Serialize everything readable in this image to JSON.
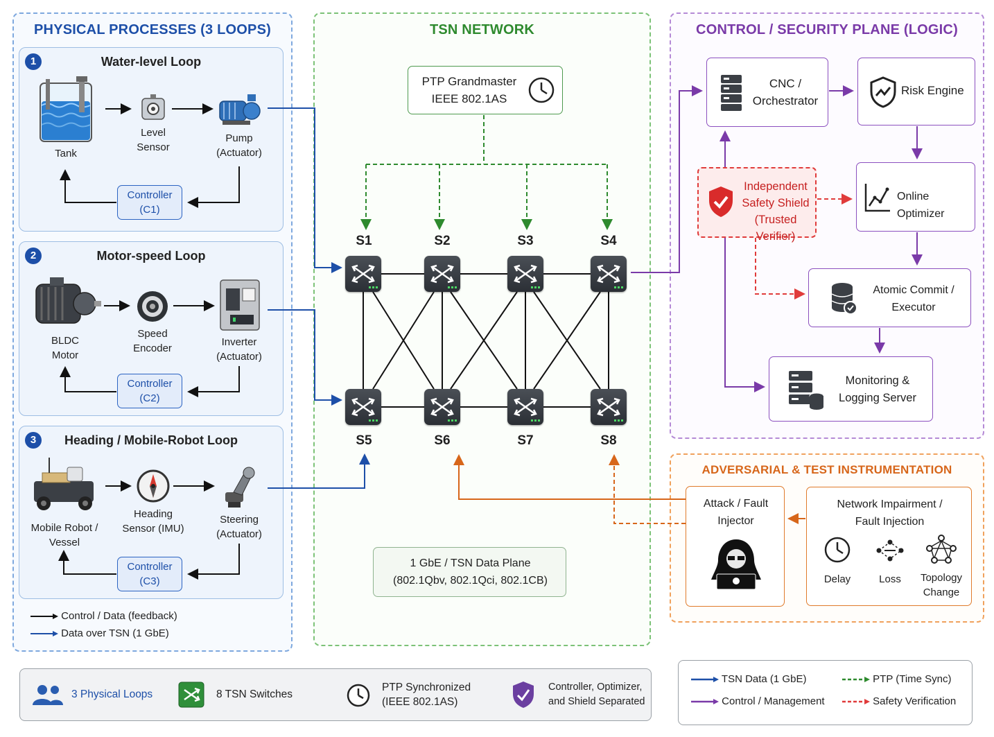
{
  "panels": {
    "physical": "PHYSICAL PROCESSES (3 LOOPS)",
    "tsn": "TSN NETWORK",
    "control": "CONTROL / SECURITY PLANE (LOGIC)",
    "adversarial": "ADVERSARIAL & TEST INSTRUMENTATION"
  },
  "loops": [
    {
      "num": "1",
      "title": "Water-level Loop",
      "devices": [
        "Tank",
        "Level\nSensor",
        "Pump\n(Actuator)"
      ],
      "controller": "Controller\n(C1)"
    },
    {
      "num": "2",
      "title": "Motor-speed Loop",
      "devices": [
        "BLDC\nMotor",
        "Speed\nEncoder",
        "Inverter\n(Actuator)"
      ],
      "controller": "Controller\n(C2)"
    },
    {
      "num": "3",
      "title": "Heading / Mobile-Robot Loop",
      "devices": [
        "Mobile Robot /\nVessel",
        "Heading\nSensor (IMU)",
        "Steering\n(Actuator)"
      ],
      "controller": "Controller\n(C3)"
    }
  ],
  "left_legend": {
    "control": "Control / Data (feedback)",
    "data": "Data over TSN (1 GbE)"
  },
  "tsn": {
    "ptp": "PTP Grandmaster\nIEEE 802.1AS",
    "switches": [
      "S1",
      "S2",
      "S3",
      "S4",
      "S5",
      "S6",
      "S7",
      "S8"
    ],
    "data_plane": "1 GbE / TSN Data Plane\n(802.1Qbv, 802.1Qci, 802.1CB)"
  },
  "control": {
    "cnc": "CNC /\nOrchestrator",
    "risk": "Risk Engine",
    "shield": "Independent\nSafety Shield\n(Trusted Verifier)",
    "optimizer": "Online Optimizer",
    "atomic": "Atomic Commit /\nExecutor",
    "monitor": "Monitoring &\nLogging Server"
  },
  "adversarial": {
    "attack": "Attack / Fault\nInjector",
    "impair": "Network Impairment /\nFault Injection",
    "delay": "Delay",
    "loss": "Loss",
    "topology": "Topology\nChange"
  },
  "footer": {
    "loops": "3 Physical Loops",
    "switches": "8 TSN Switches",
    "ptp": "PTP Synchronized\n(IEEE 802.1AS)",
    "separated": "Controller, Optimizer,\nand Shield Separated"
  },
  "legend": {
    "tsn_data": "TSN Data (1 GbE)",
    "ptp_sync": "PTP (Time Sync)",
    "control_mgmt": "Control / Management",
    "safety": "Safety Verification"
  },
  "colors": {
    "blue": "#1d4fa8",
    "green": "#2e8a2e",
    "purple": "#7a3aa8",
    "orange": "#d7661a",
    "red": "#e03b3b",
    "black": "#111111"
  }
}
